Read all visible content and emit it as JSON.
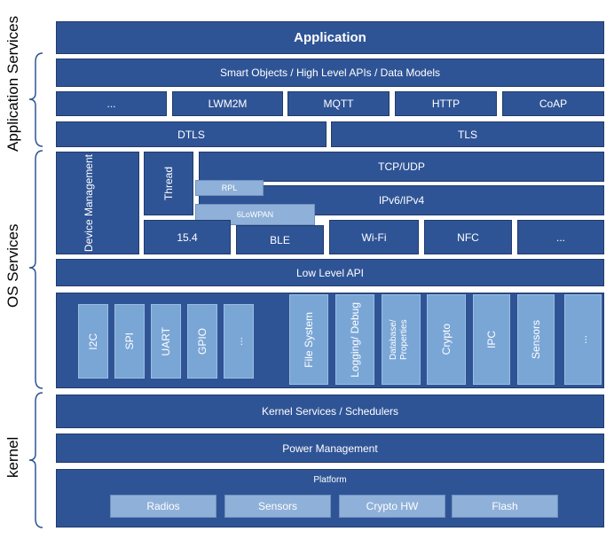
{
  "side_labels": {
    "application_services": "Application Services",
    "os_services": "OS Services",
    "kernel": "kernel"
  },
  "application_layer": {
    "application": "Application",
    "smart_objects": "Smart Objects / High Level APIs / Data Models",
    "protocols": [
      "...",
      "LWM2M",
      "MQTT",
      "HTTP",
      "CoAP"
    ],
    "dtls": "DTLS",
    "tls": "TLS"
  },
  "os_layer": {
    "device_management": "Device Management",
    "thread": "Thread",
    "tcp_udp": "TCP/UDP",
    "rpl": "RPL",
    "ipv6_ipv4": "IPv6/IPv4",
    "sixlowpan": "6LoWPAN",
    "links": [
      "15.4",
      "BLE",
      "Wi-Fi",
      "NFC",
      "..."
    ],
    "low_level_api": "Low Level API",
    "drivers": [
      "I2C",
      "SPI",
      "UART",
      "GPIO",
      "..."
    ],
    "services": [
      "File System",
      "Logging/ Debug",
      "Database/ Properties",
      "Crypto",
      "IPC",
      "Sensors",
      "..."
    ]
  },
  "kernel_layer": {
    "kernel_services": "Kernel Services / Schedulers",
    "power_management": "Power Management",
    "platform": "Platform",
    "platform_items": [
      "Radios",
      "Sensors",
      "Crypto HW",
      "Flash"
    ]
  }
}
